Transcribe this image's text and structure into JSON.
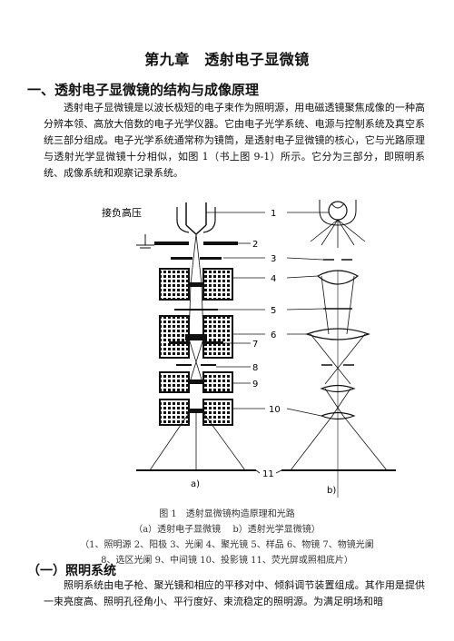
{
  "chapter_title": "第九章　透射电子显微镜",
  "section1": {
    "heading": "一、透射电子显微镜的结构与成像原理",
    "paragraph": "透射电子显微镜是以波长极短的电子束作为照明源，用电磁透镜聚焦成像的一种高分辨本领、高放大倍数的电子光学仪器。它由电子光学系统、电源与控制系统及真空系统三部分组成。电子光学系统通常称为镜筒，是透射电子显微镜的核心，它与光路原理与透射光学显微镜十分相似，如图 1（书上图 9-1）所示。它分为三部分，即照明系统、成像系统和观察记录系统。"
  },
  "figure": {
    "label_hv": "接负高压",
    "numbers": [
      "1",
      "2",
      "3",
      "4",
      "5",
      "6",
      "7",
      "8",
      "9",
      "10",
      "11"
    ],
    "sub_a": "a)",
    "sub_b": "b)",
    "caption_title": "图 1　透射显微镜构造原理和光路",
    "caption_sub": "（a）透射电子显微镜　 b）透射光学显微镜）",
    "caption_legend_1": "（1、照明源 2、阳极 3、光阑 4、聚光镜 5、样品 6、物镜 7、物镜光阑",
    "caption_legend_2": "8、选区光阑 9、中间镜 10、投影镜 11、荧光屏或照相底片）"
  },
  "section2": {
    "heading": "（一）照明系统",
    "paragraph": "照明系统由电子枪、聚光镜和相应的平移对中、倾斜调节装置组成。其作用是提供一束亮度高、照明孔径角小、平行度好、束流稳定的照明源。为满足明场和暗"
  }
}
